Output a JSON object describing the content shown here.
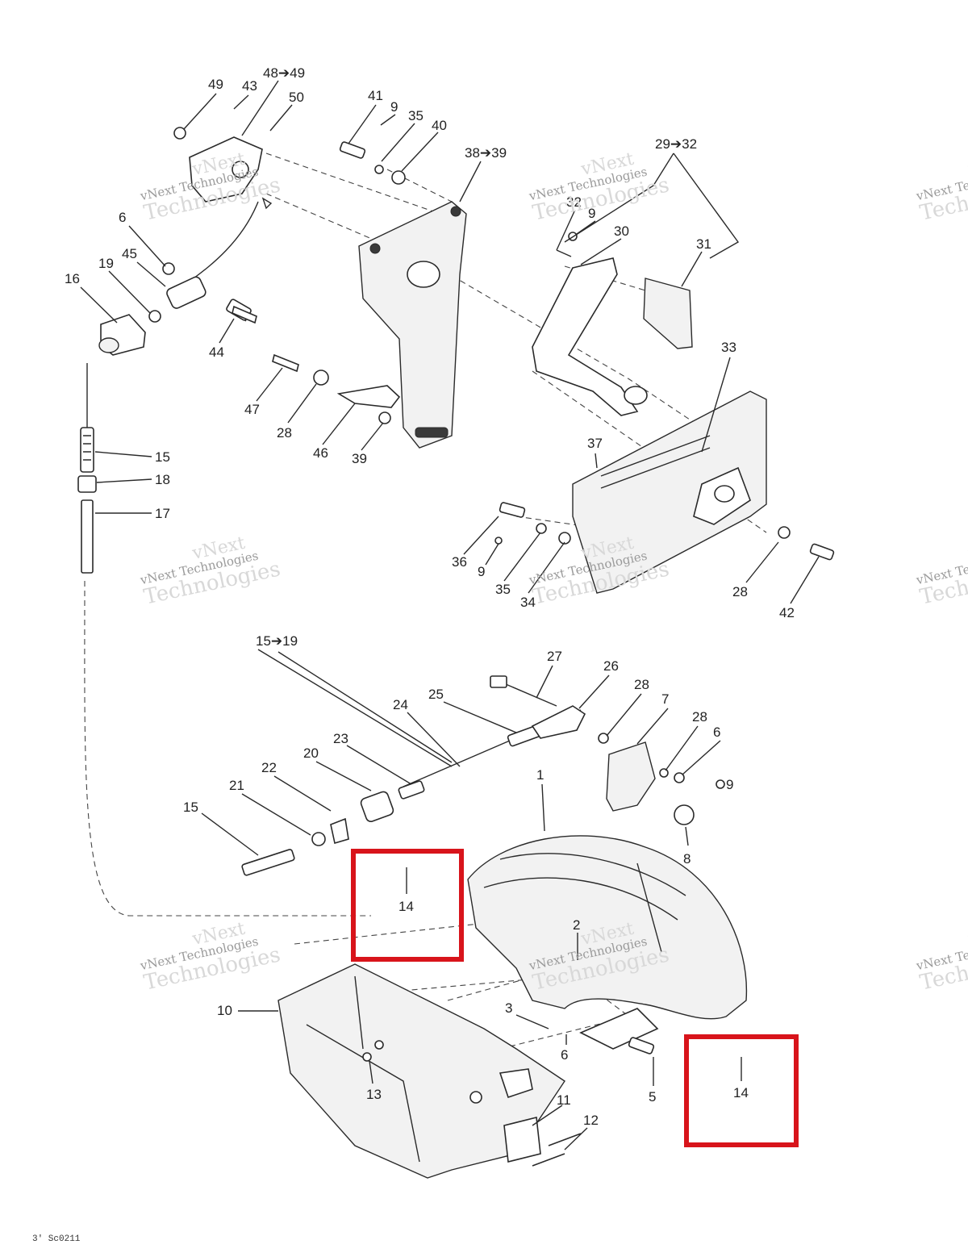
{
  "diagram": {
    "colors": {
      "line": "#2a2a2a",
      "highlight": "#d8141b",
      "watermark": "#d8d8d8"
    },
    "watermark": {
      "line1": "vNext",
      "line2": "vNext Technologies",
      "line3": "Technologies"
    },
    "figure_code": "3' Sc0211",
    "callouts": {
      "c49": "49",
      "c43": "43",
      "c48_49": "48➔49",
      "c50": "50",
      "c41": "41",
      "c9a": "9",
      "c35a": "35",
      "c40": "40",
      "c38_39": "38➔39",
      "c29_32": "29➔32",
      "c32": "32",
      "c9b": "9",
      "c30": "30",
      "c31": "31",
      "c6a": "6",
      "c19a": "19",
      "c45": "45",
      "c16": "16",
      "c44": "44",
      "c47": "47",
      "c28a": "28",
      "c46": "46",
      "c39": "39",
      "c33": "33",
      "c37": "37",
      "c15a": "15",
      "c18": "18",
      "c17": "17",
      "c36": "36",
      "c9c": "9",
      "c35b": "35",
      "c34": "34",
      "c28b": "28",
      "c42": "42",
      "c15_19": "15➔19",
      "c27": "27",
      "c26": "26",
      "c28c": "28",
      "c7": "7",
      "c25": "25",
      "c24": "24",
      "c28d": "28",
      "c6b": "6",
      "c9d": "9",
      "c23": "23",
      "c20": "20",
      "c22": "22",
      "c21": "21",
      "c15b": "15",
      "c1": "1",
      "c8": "8",
      "c14a": "14",
      "c2": "2",
      "c10": "10",
      "c3": "3",
      "c6c": "6",
      "c5": "5",
      "c14b": "14",
      "c13": "13",
      "c11": "11",
      "c12": "12"
    }
  }
}
